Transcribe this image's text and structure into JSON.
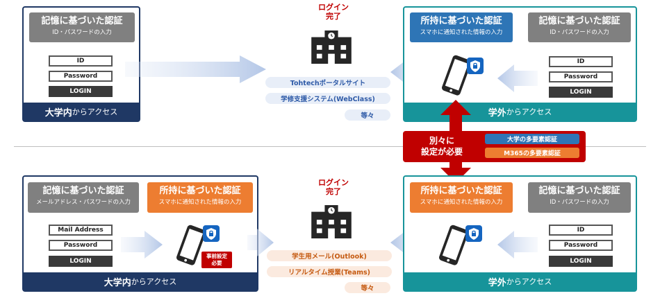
{
  "top": {
    "left_panel": {
      "auth_title": "記憶に基づいた認証",
      "auth_sub": "ID・パスワードの入力",
      "fields": [
        "ID",
        "Password"
      ],
      "login": "LOGIN",
      "footer_bold": "大学内",
      "footer_rest": "からアクセス"
    },
    "login_done": [
      "ログイン",
      "完了"
    ],
    "services": [
      "Tohtechポータルサイト",
      "学修支援システム(WebClass)",
      "等々"
    ],
    "right_panel": {
      "possession_title": "所持に基づいた認証",
      "possession_sub": "スマホに通知された情報の入力",
      "knowledge_title": "記憶に基づいた認証",
      "knowledge_sub": "ID・パスワードの入力",
      "fields": [
        "ID",
        "Password"
      ],
      "login": "LOGIN",
      "footer_bold": "学外",
      "footer_rest": "からアクセス"
    }
  },
  "middle": {
    "separate_line1": "別々に",
    "separate_line2": "設定が必要",
    "mfa_university": "大学の多要素認証",
    "mfa_m365": "M365の多要素認証"
  },
  "bottom": {
    "left_panel": {
      "knowledge_title": "記憶に基づいた認証",
      "knowledge_sub": "メールアドレス・パスワードの入力",
      "possession_title": "所持に基づいた認証",
      "possession_sub": "スマホに通知された情報の入力",
      "fields": [
        "Mail Address",
        "Password"
      ],
      "login": "LOGIN",
      "prep_badge": [
        "事前設定",
        "必要"
      ],
      "footer_bold": "大学内",
      "footer_rest": "からアクセス"
    },
    "login_done": [
      "ログイン",
      "完了"
    ],
    "services": [
      "学生用メール(Outlook)",
      "リアルタイム授業(Teams)",
      "等々"
    ],
    "right_panel": {
      "possession_title": "所持に基づいた認証",
      "possession_sub": "スマホに通知された情報の入力",
      "knowledge_title": "記憶に基づいた認証",
      "knowledge_sub": "ID・パスワードの入力",
      "fields": [
        "ID",
        "Password"
      ],
      "login": "LOGIN",
      "footer_bold": "学外",
      "footer_rest": "からアクセス"
    }
  },
  "colors": {
    "navy": "#1f3864",
    "teal": "#17949a",
    "red": "#c00000",
    "blue": "#2e75b6",
    "orange": "#ed7d31",
    "gray": "#808080"
  }
}
